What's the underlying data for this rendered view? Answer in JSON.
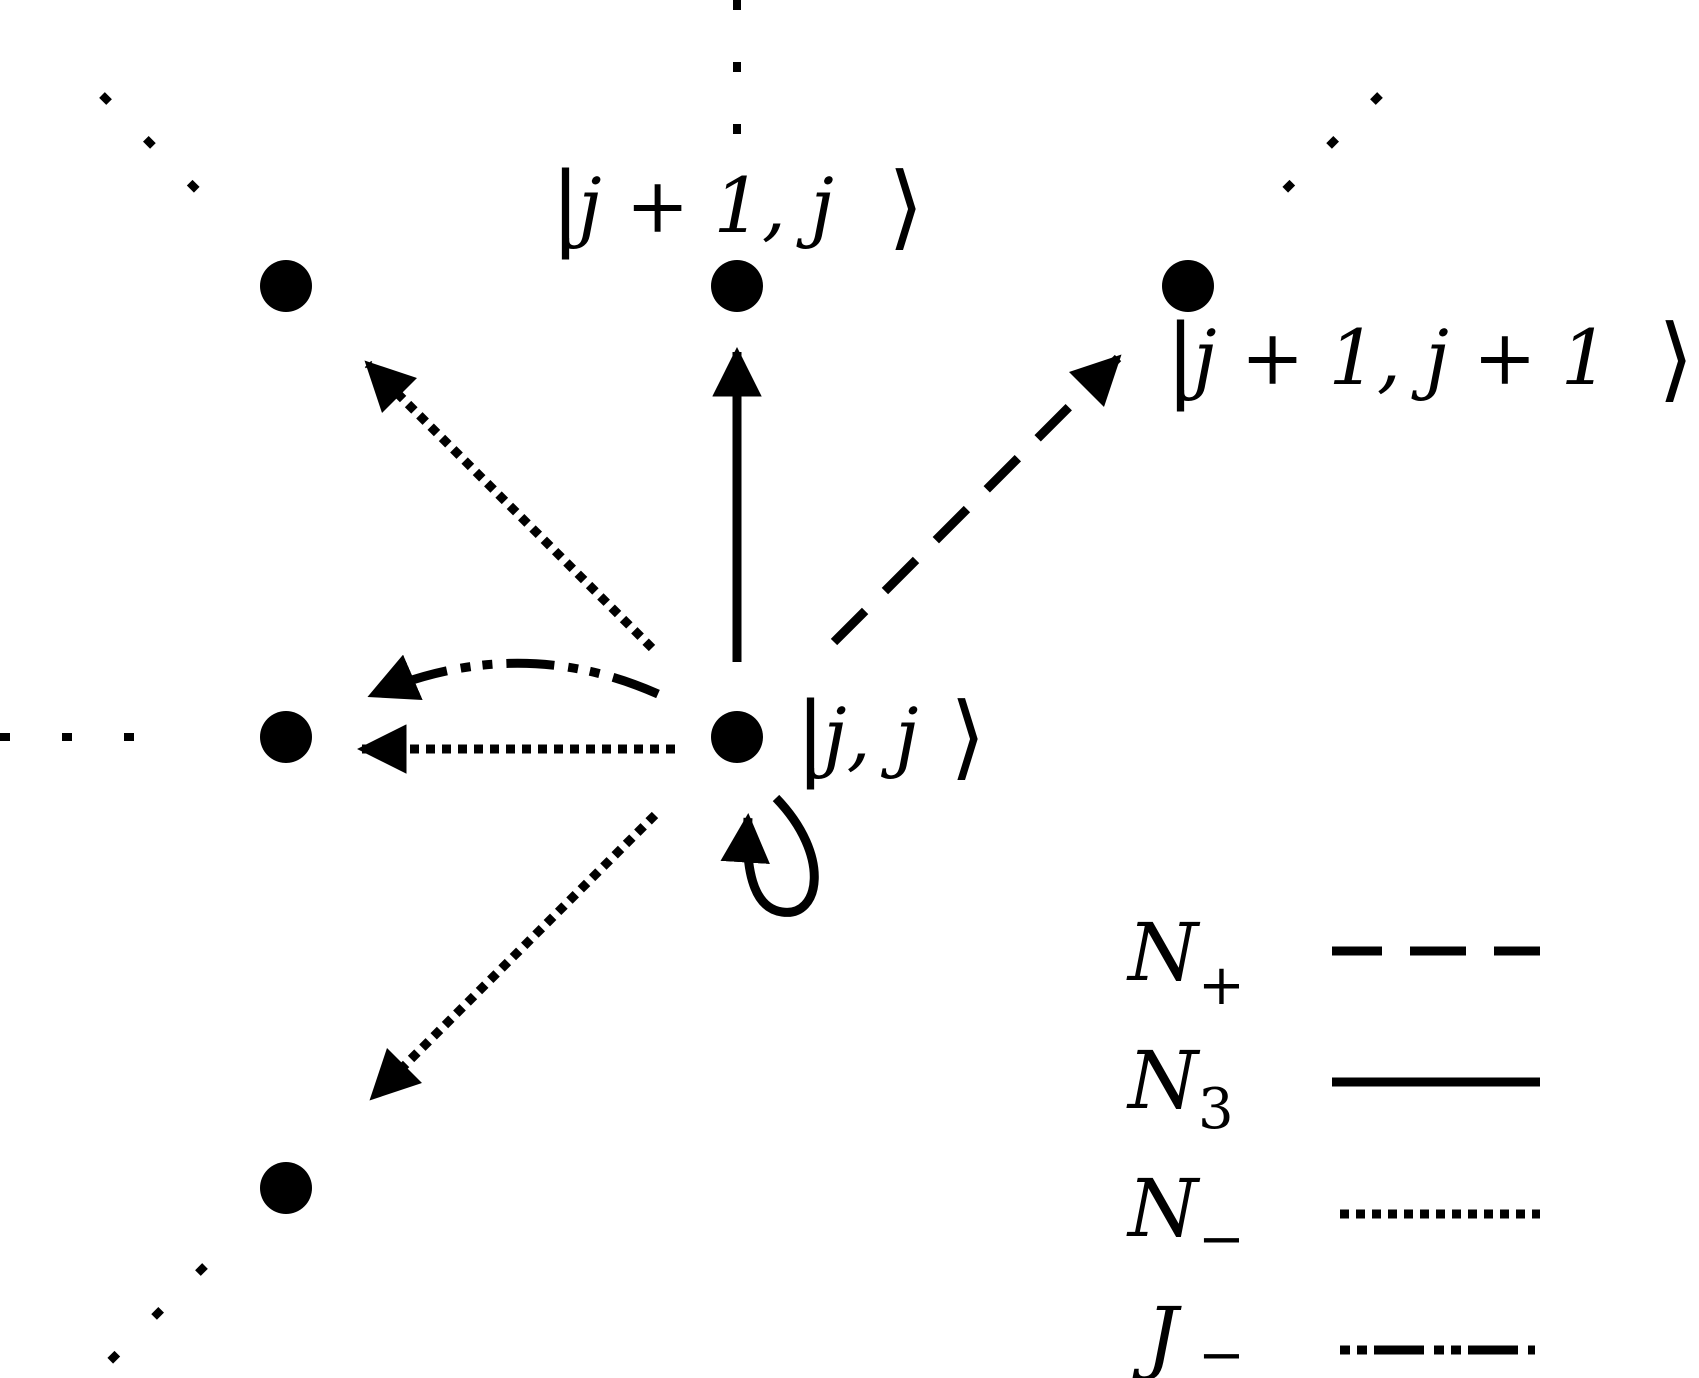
{
  "states": {
    "center": {
      "ket_open": "|",
      "content": "j, j",
      "ket_close": "⟩"
    },
    "top": {
      "ket_open": "|",
      "content": "j + 1, j",
      "ket_close": "⟩"
    },
    "top_right": {
      "ket_open": "|",
      "content": "j + 1, j + 1",
      "ket_close": "⟩"
    }
  },
  "legend": [
    {
      "symbol": "N",
      "subscript": "+",
      "line_style": "dashed"
    },
    {
      "symbol": "N",
      "subscript": "3",
      "line_style": "solid"
    },
    {
      "symbol": "N",
      "subscript": "−",
      "line_style": "dotted"
    },
    {
      "symbol": "J",
      "subscript": "−",
      "line_style": "dash-dot"
    }
  ],
  "colors": {
    "ink": "#000000",
    "background": "#ffffff"
  }
}
